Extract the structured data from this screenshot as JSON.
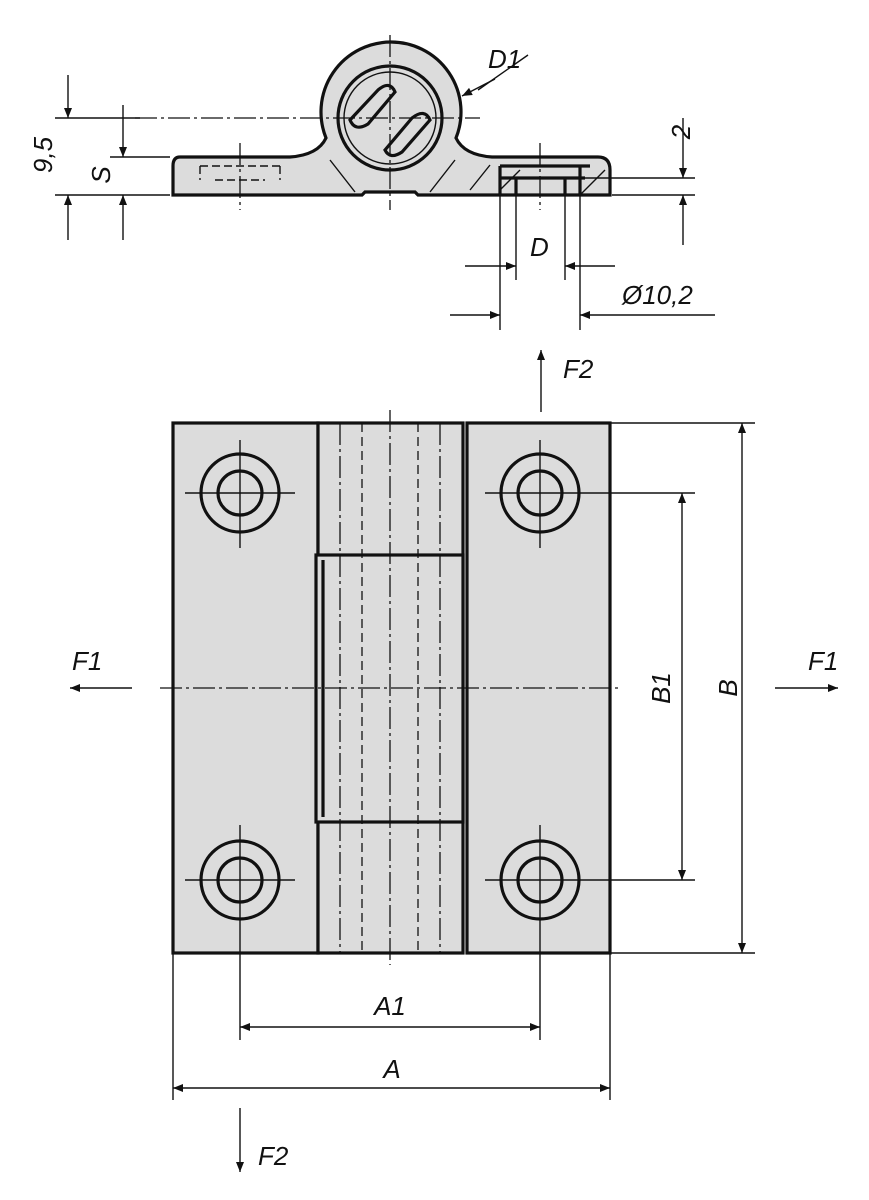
{
  "side_view": {
    "dim_height": "9,5",
    "dim_thickness": "S",
    "dim_pin_diameter": "D1",
    "dim_counterbore_depth": "2",
    "dim_hole": "D",
    "dim_counterbore": "Ø10,2"
  },
  "front_view": {
    "force_f2_top": "F2",
    "force_f1_left": "F1",
    "force_f1_right": "F1",
    "dim_hole_spacing_height": "B1",
    "dim_height": "B",
    "dim_hole_spacing_width": "A1",
    "dim_width": "A",
    "force_f2_bottom": "F2"
  },
  "colors": {
    "part_fill": "#dcdcdc",
    "line": "#111111"
  }
}
